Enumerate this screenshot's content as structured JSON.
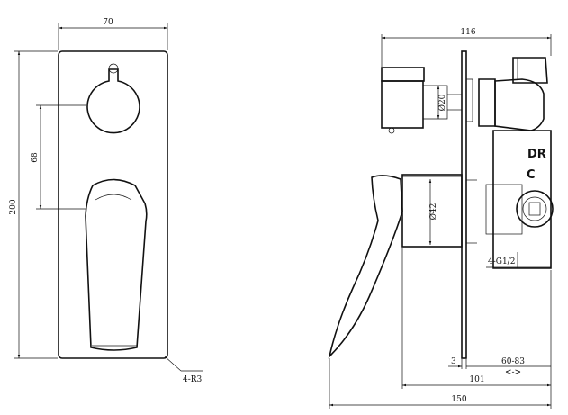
{
  "front_view": {
    "width_dim": "70",
    "height_dim": "200",
    "spacing_dim": "68",
    "corner_note": "4-R3"
  },
  "side_view": {
    "depth_dim": "116",
    "small_dia": "Ø20",
    "large_dia": "Ø42",
    "port_dr": "DR",
    "port_c": "C",
    "thread_note": "4-G1/2",
    "plate_dim": "3",
    "adjust_dim": "60-83",
    "adjust_arrows": "<->",
    "body_dim": "101",
    "overall_dim": "150"
  }
}
